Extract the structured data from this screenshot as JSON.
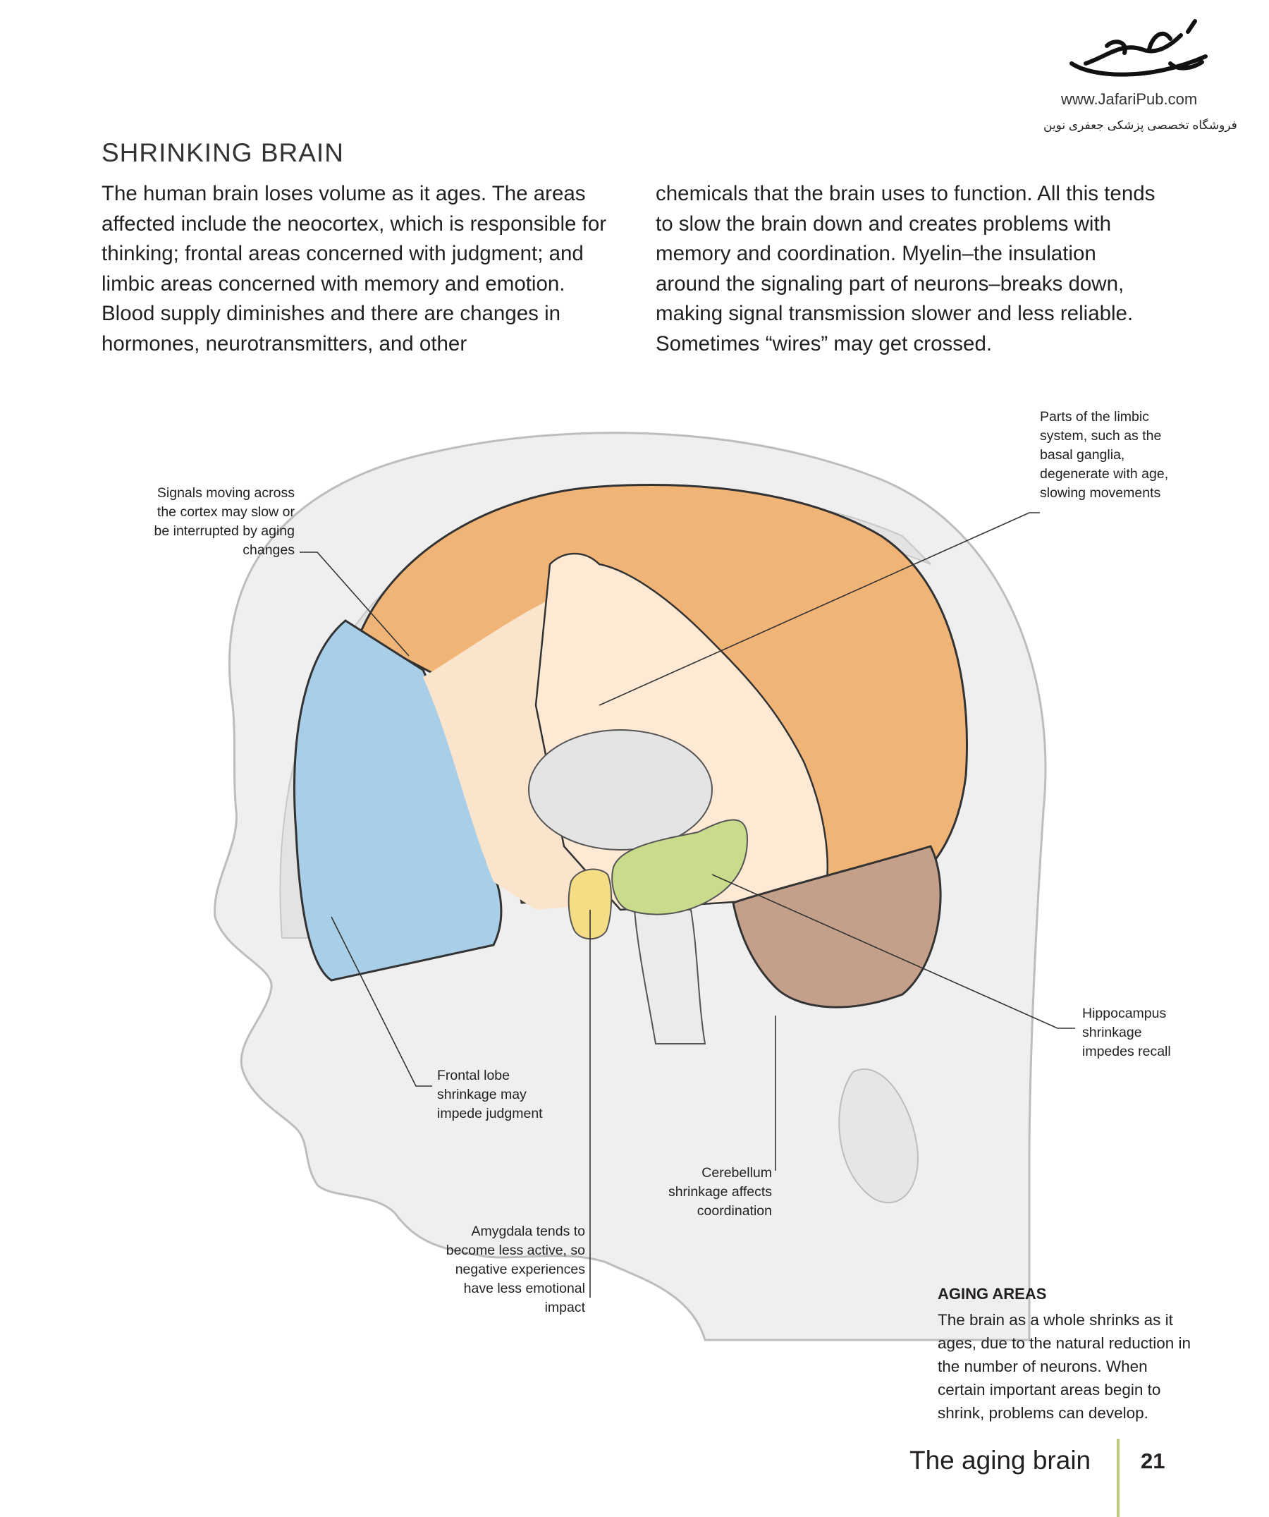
{
  "header": {
    "logo_url": "www.JafariPub.com",
    "logo_persian": "فروشگاه تخصصی پزشکی جعفری نوین",
    "title": "SHRINKING BRAIN"
  },
  "body": {
    "column1": "The human brain loses volume as it ages. The areas affected include the neocortex, which is responsible for thinking; frontal areas concerned with judgment; and limbic areas concerned with memory and emotion. Blood supply diminishes and there are changes in hormones, neurotransmitters, and other",
    "column2": "chemicals that the brain uses to function. All this tends to slow the brain down and creates problems with memory and coordination. Myelin–the insulation around the signaling part of neurons–breaks down, making signal transmission slower and less reliable. Sometimes “wires” may get crossed."
  },
  "callouts": {
    "signals": "Signals moving across the cortex may slow or be interrupted by aging changes",
    "limbic": "Parts of the limbic system, such as the basal ganglia, degenerate with age, slowing movements",
    "hippocampus": "Hippocampus shrinkage impedes recall",
    "frontal": "Frontal lobe shrinkage may impede judgment",
    "cerebellum": "Cerebellum shrinkage affects coordination",
    "amygdala": "Amygdala tends to become less active, so negative experiences have less emotional impact"
  },
  "aging_areas": {
    "title": "AGING AREAS",
    "text": "The brain as a whole shrinks as it ages, due to the natural reduction in the number of neurons. When certain important areas begin to shrink, problems can develop."
  },
  "footer": {
    "section": "The aging brain",
    "page": "21"
  },
  "colors": {
    "cortex_orange": "#f0b477",
    "frontal_blue": "#a9cfe8",
    "hippocampus_green": "#c9dc8c",
    "amygdala_yellow": "#f5dd86",
    "cerebellum_brown": "#c4a08a",
    "head_gray": "#efefef"
  }
}
